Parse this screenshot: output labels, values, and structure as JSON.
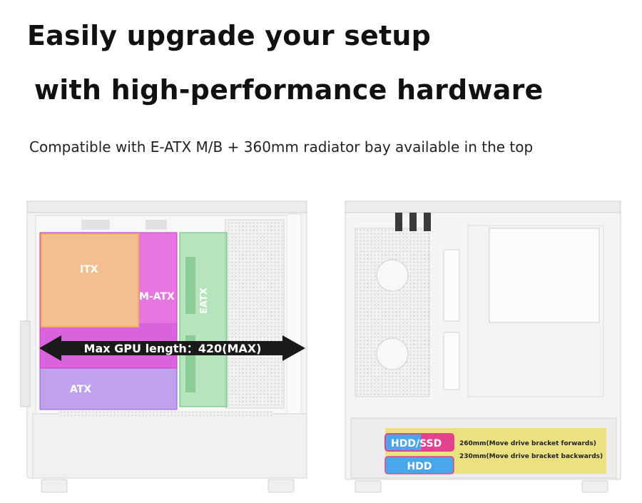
{
  "headline": {
    "line1": "Easily upgrade your setup",
    "line2": "with high-performance hardware"
  },
  "subheadline": "Compatible with E-ATX M/B + 360mm radiator bay available in the top",
  "left_case": {
    "zones": {
      "itx": "ITX",
      "matx": "M-ATX",
      "eatx": "EATX",
      "atx": "ATX"
    },
    "gpu_label": "Max GPU length：420(MAX)",
    "colors": {
      "itx": "#f4c58a",
      "matx": "#e051d8",
      "eatx": "#7fd38a",
      "atx": "#a77de6",
      "arrow": "#1a1a1a"
    }
  },
  "right_case": {
    "badges": {
      "hdd_ssd_hdd": "HDD",
      "hdd_ssd_sep": "/",
      "hdd_ssd_ssd": "SSD",
      "hdd": "HDD"
    },
    "notes": {
      "forward": "260mm(Move drive bracket forwards)",
      "backward": "230mm(Move drive bracket backwards)"
    },
    "colors": {
      "badge_blue": "#4aa5ea",
      "badge_pink": "#e3438e",
      "note_bg": "#ece07a"
    }
  }
}
